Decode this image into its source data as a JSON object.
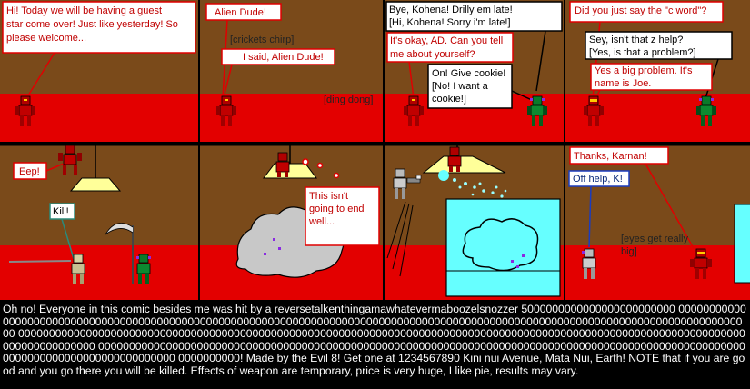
{
  "panels": {
    "p1": {
      "line1": "Hi! Today we will be having a guest",
      "line2": "star come over! Just like yesterday! So",
      "line3": "please welcome..."
    },
    "p2": {
      "alien": "Alien Dude!",
      "crickets": "[crickets chirp]",
      "again": "I said, Alien Dude!",
      "bell": "[ding dong]"
    },
    "p3": {
      "bye1": "Bye, Kohena! Drilly em late!",
      "bye2": "[Hi, Kohena! Sorry i'm late!]",
      "ok1": "It's okay, AD. Can you tell",
      "ok2": "me about yourself?",
      "cookie1": "On! Give cookie!",
      "cookie2": "[No! I want a",
      "cookie3": "cookie!]"
    },
    "p4": {
      "cword": "Did you just say the \"c word\"?",
      "sey1": "Sey, isn't that z help?",
      "sey2": "[Yes, is that a problem?]",
      "big1": "Yes a big problem. It's",
      "big2": "name is Joe."
    },
    "p5": {
      "eep": "Eep!",
      "kill": "Kill!"
    },
    "p6": {
      "end1": "This isn't",
      "end2": "going to end",
      "end3": "well..."
    },
    "p8": {
      "thanks": "Thanks, Karnan!",
      "off": "Off help, K!",
      "eyes1": "[eyes get really",
      "eyes2": "big]"
    }
  },
  "caption": "Oh no! Everyone in this comic besides me was hit by a reversetalkenthingamawhatevermaboozelsnozzer 5000000000000000000000000 0000000000000000000000000000000000000000000000000000000000000000000000000000000000000000000000000000000000000000000000000000000000000 0000000000000000000000000000000000000000000000000000000000000000000000000000000000000000000000000000000000000000000000000000000000000 0000000000000000000000000000000000000000000000000000000000000000000000000000000000000000000000000000000000000000000000000000000000000 0000000000! Made by the Evil 8! Get one at 1234567890 Kini nui Avenue, Mata Nui, Earth! NOTE that if you are good and you go there you will be killed. Effects of weapon are temporary, price is very huge, I like pie, results may vary.",
  "colors": {
    "wall": "#7a4a1a",
    "floor": "#e30000",
    "bubble_border": "#e00000",
    "lamp": "#ffff99",
    "tank": "#66ffff"
  }
}
